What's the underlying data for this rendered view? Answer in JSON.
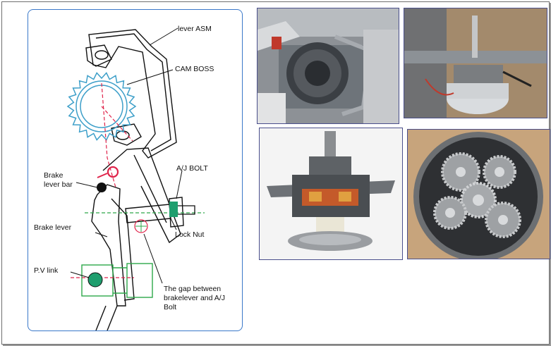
{
  "labels": {
    "lever_asm": "lever ASM",
    "cam_boss": "CAM BOSS",
    "aj_bolt": "A/J BOLT",
    "brake_lever_bar": "Brake\nlever bar",
    "brake_lever": "Brake lever",
    "lock_nut": "Lock Nut",
    "pv_link": "P.V link",
    "gap_note": "The gap between\nbrakelever and A/J\nBolt"
  },
  "colors": {
    "panel_border": "#3a78c9",
    "cam_boss": "#3d9fc9",
    "highlight_red": "#e0234a",
    "bolt_green": "#1f9e6e",
    "link_green": "#2da84a",
    "photo_border": "#4a4f8c"
  },
  "photos": [
    {
      "name": "washing-machine-drum-photo"
    },
    {
      "name": "clutch-motor-mounted-photo"
    },
    {
      "name": "clutch-cutaway-photo"
    },
    {
      "name": "planetary-gearbox-photo"
    }
  ]
}
